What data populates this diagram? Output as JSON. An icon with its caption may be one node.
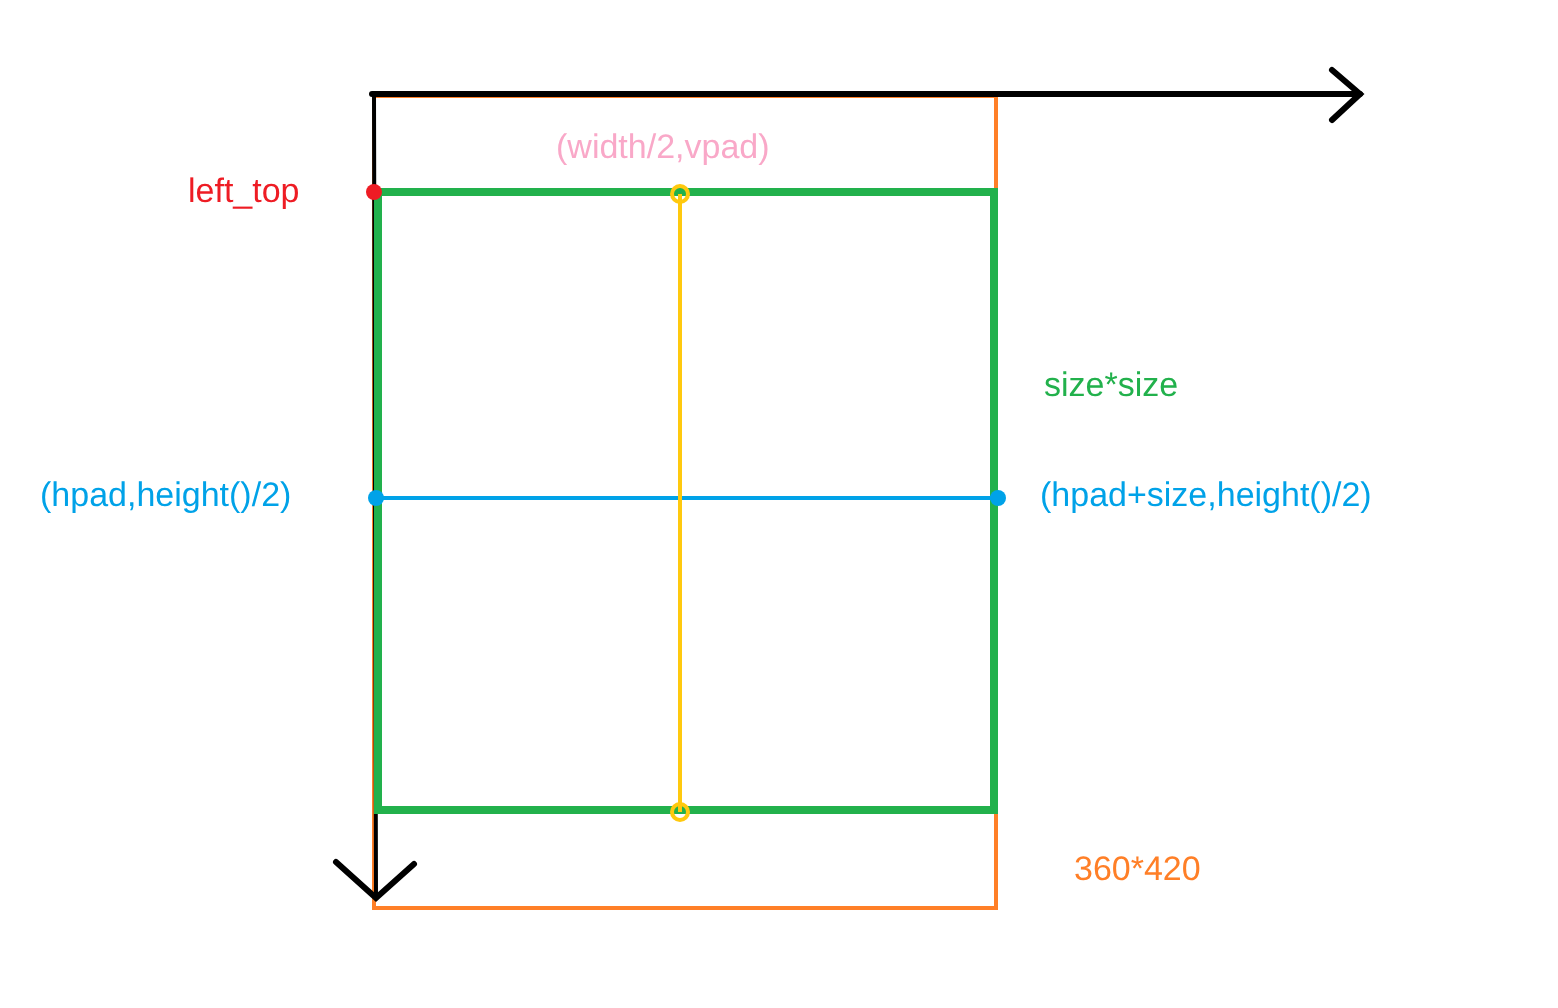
{
  "diagram": {
    "labels": [
      "(width/2,vpad)",
      "left_top",
      "size*size",
      "(hpad,height()/2)",
      "(hpad+size,height()/2)",
      "360*420"
    ]
  }
}
